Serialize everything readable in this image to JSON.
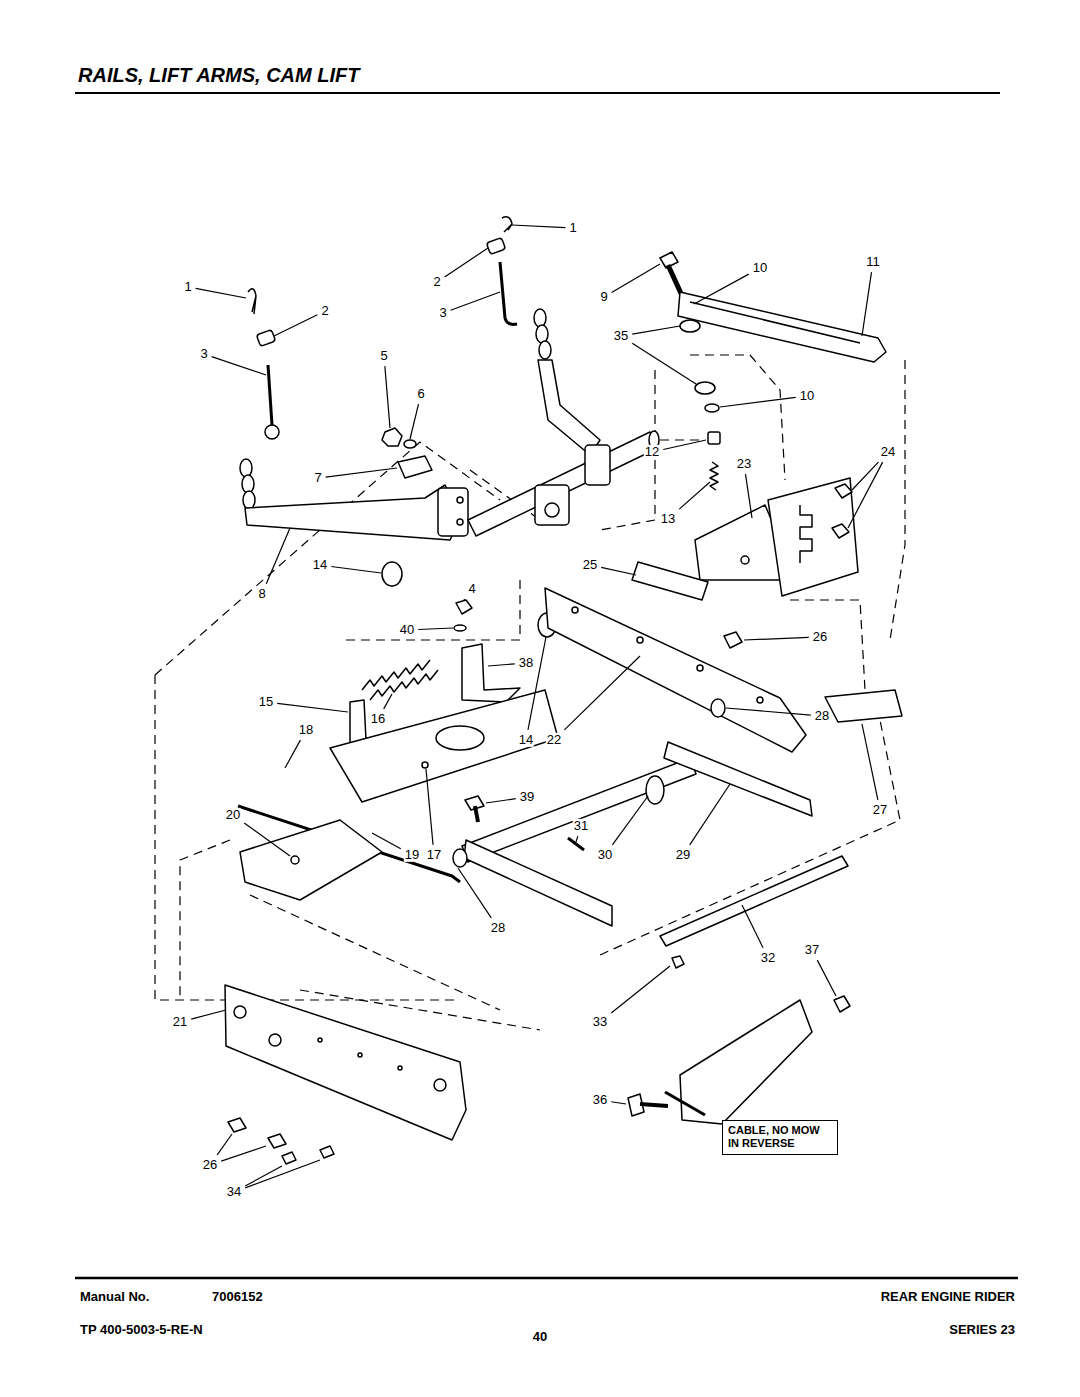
{
  "diagram": {
    "title": "RAILS, LIFT ARMS, CAM LIFT",
    "nodes": [
      {
        "text": [
          "CABLE, NO MOW IN REVERSE"
        ]
      }
    ],
    "edges": [],
    "labels": [
      "1",
      "1",
      "2",
      "2",
      "3",
      "3",
      "9",
      "10",
      "11",
      "35",
      "10",
      "5",
      "6",
      "7",
      "12",
      "23",
      "24",
      "13",
      "8",
      "14",
      "25",
      "4",
      "40",
      "38",
      "26",
      "15",
      "16",
      "18",
      "14",
      "22",
      "28",
      "27",
      "39",
      "20",
      "19",
      "17",
      "31",
      "30",
      "29",
      "28",
      "37",
      "32",
      "33",
      "21",
      "36",
      "26",
      "34",
      "Manual No.",
      "7006152",
      "REAR ENGINE RIDER",
      "TP 400-5003-5-RE-N",
      "40",
      "SERIES 23"
    ]
  }
}
